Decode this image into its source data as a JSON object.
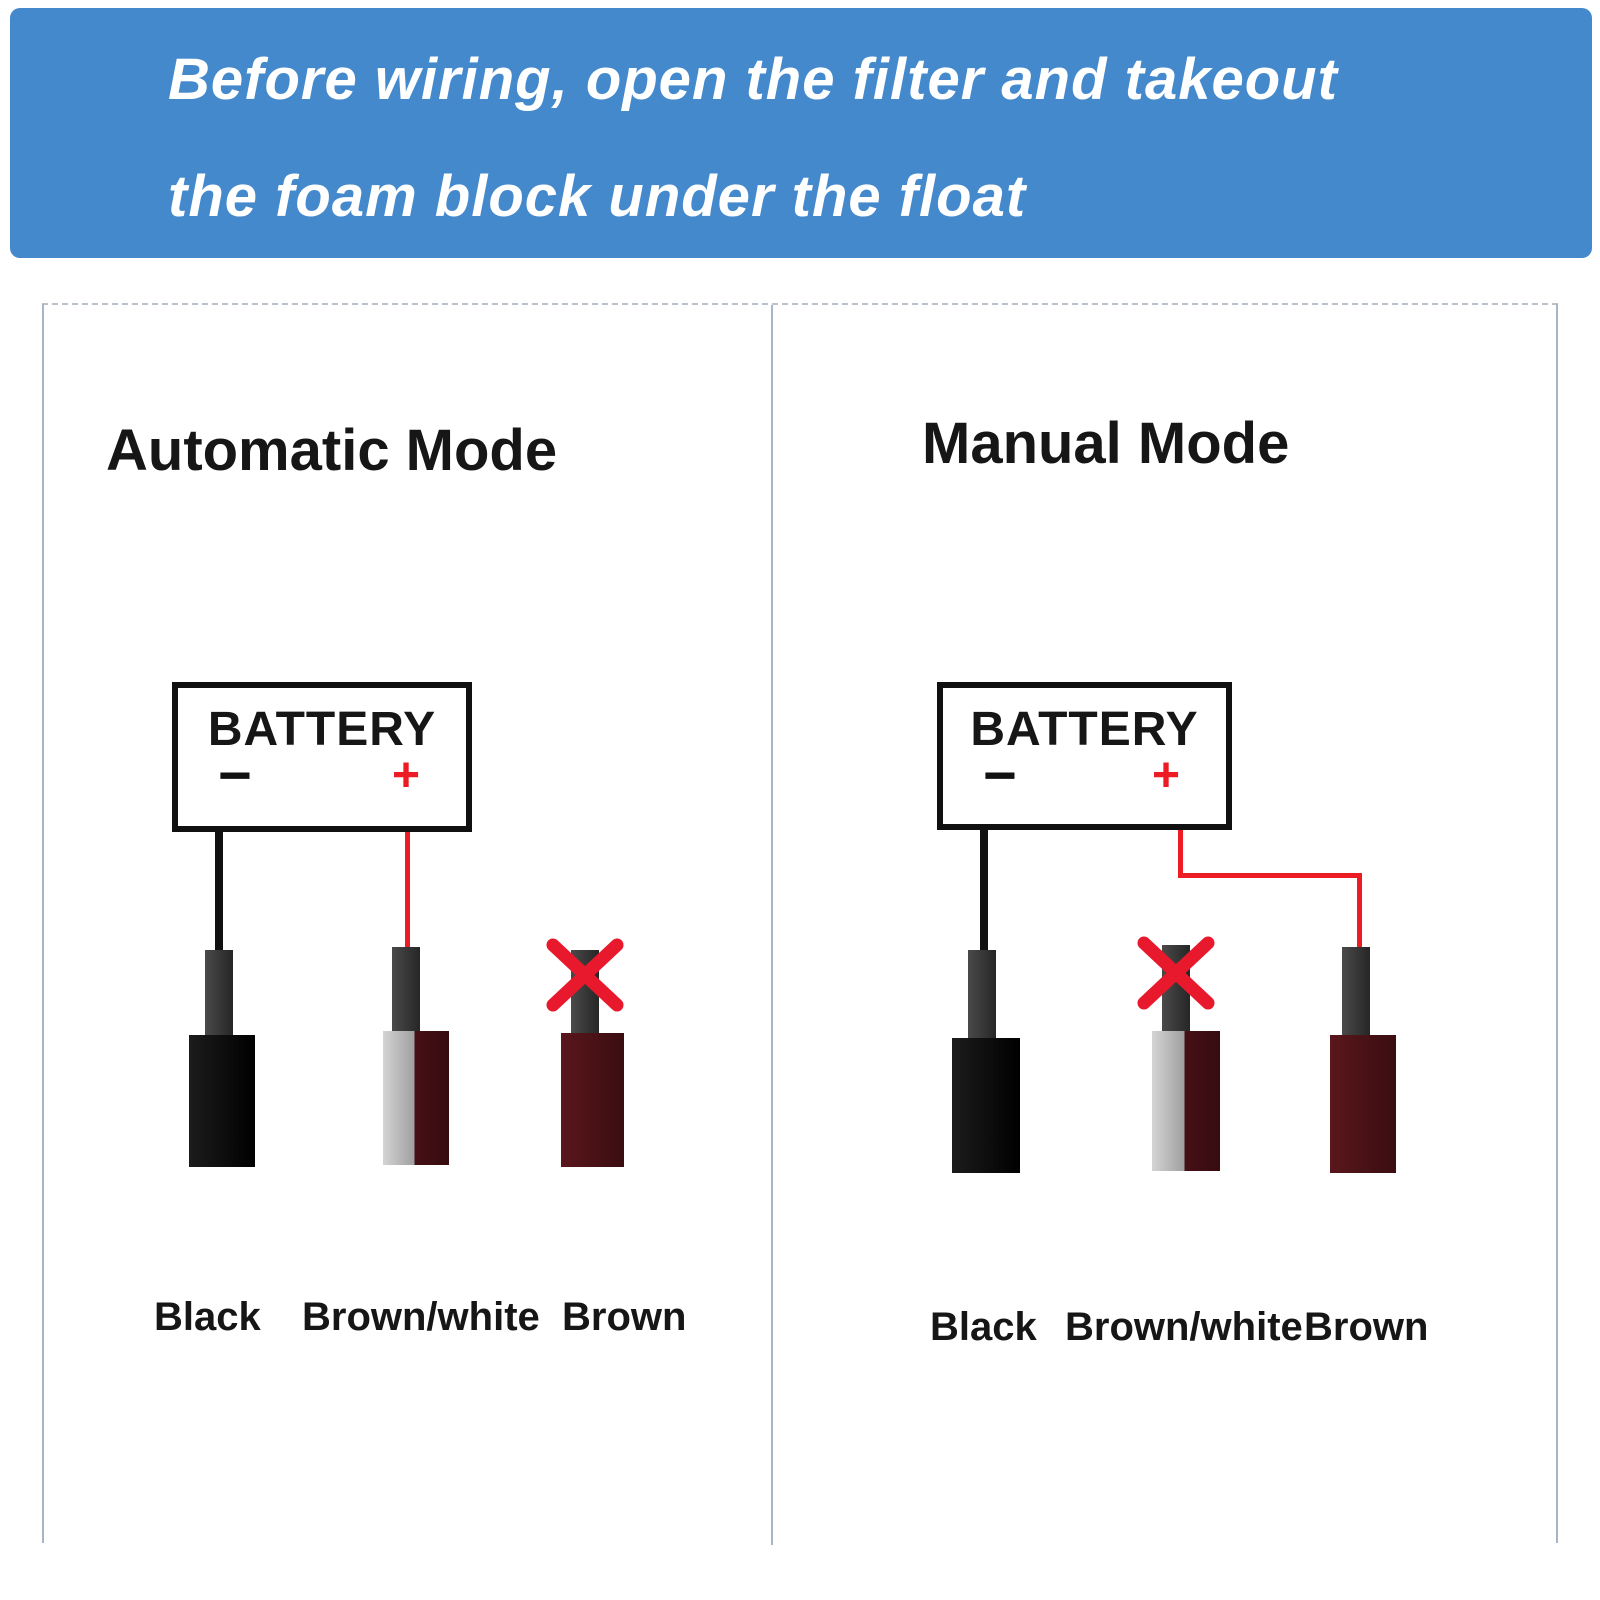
{
  "banner": {
    "line1": "Before wiring, open the filter and takeout",
    "line2": "the foam block under the float"
  },
  "panels": [
    {
      "id": "automatic",
      "title": "Automatic Mode",
      "battery_label": "BATTERY",
      "minus_symbol": "−",
      "plus_symbol": "+",
      "wires": [
        {
          "label": "Black",
          "connected_to": "battery-negative",
          "crossed": false
        },
        {
          "label": "Brown/white",
          "connected_to": "battery-positive",
          "crossed": false
        },
        {
          "label": "Brown",
          "connected_to": "none",
          "crossed": true
        }
      ]
    },
    {
      "id": "manual",
      "title": "Manual Mode",
      "battery_label": "BATTERY",
      "minus_symbol": "−",
      "plus_symbol": "+",
      "wires": [
        {
          "label": "Black",
          "connected_to": "battery-negative",
          "crossed": false
        },
        {
          "label": "Brown/white",
          "connected_to": "none",
          "crossed": true
        },
        {
          "label": "Brown",
          "connected_to": "battery-positive",
          "crossed": false
        }
      ]
    }
  ],
  "colors": {
    "banner_bg": "#4589cd",
    "banner_text": "#ffffff",
    "wire_red": "#ed1c24",
    "cross_red": "#e8192c",
    "wire_black": "#111111",
    "connector_black": "#0d0d0d",
    "connector_brown": "#451016",
    "connector_silver": "#b5b5b5",
    "pin_gray": "#383838",
    "border_line": "#a7b6c2"
  }
}
